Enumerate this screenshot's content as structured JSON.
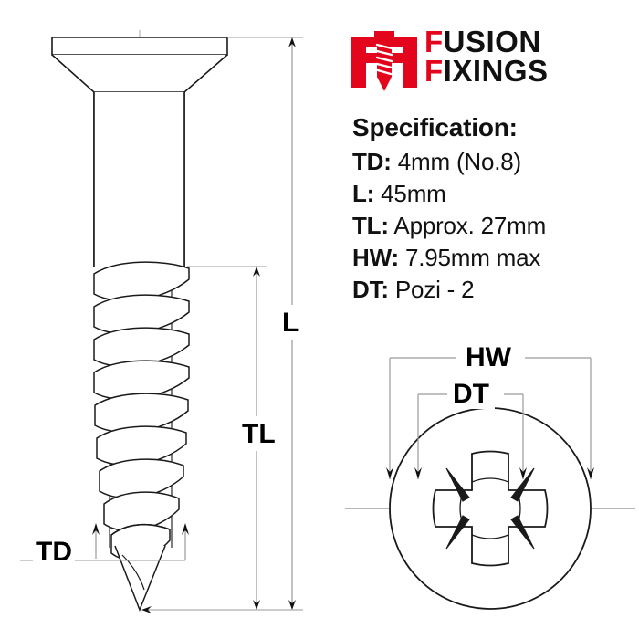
{
  "brand": {
    "logo_icon": "screw-between-two-f-letters-icon",
    "line1_lead": "F",
    "line1_rest": "USION",
    "line2_lead": "F",
    "line2_rest": "IXINGS",
    "accent_color": "#E3051B",
    "text_color": "#111111"
  },
  "spec": {
    "title": "Specification:",
    "rows": [
      {
        "key": "TD:",
        "value": "4mm (No.8)"
      },
      {
        "key": "L:",
        "value": "45mm"
      },
      {
        "key": "TL:",
        "value": "Approx. 27mm"
      },
      {
        "key": "HW:",
        "value": "7.95mm max"
      },
      {
        "key": "DT:",
        "value": "Pozi - 2"
      }
    ]
  },
  "dimensions": {
    "length_label": "L",
    "thread_length_label": "TL",
    "thread_diameter_label": "TD",
    "head_width_label": "HW",
    "drive_type_label": "DT"
  },
  "drawings": {
    "side_view": {
      "name": "countersunk-pozi-wood-screw-side-view",
      "head_type": "countersunk",
      "thread_turns": 9
    },
    "head_view": {
      "name": "pozidriv-screw-head-top-view",
      "drive": "Pozi - 2",
      "recess_points": 4,
      "tick_marks": 4
    }
  },
  "style": {
    "line_color": "#1a1a1a",
    "thin_line_color": "#8c8c8c",
    "centerline_color": "#9a9a9a",
    "background": "#ffffff"
  }
}
